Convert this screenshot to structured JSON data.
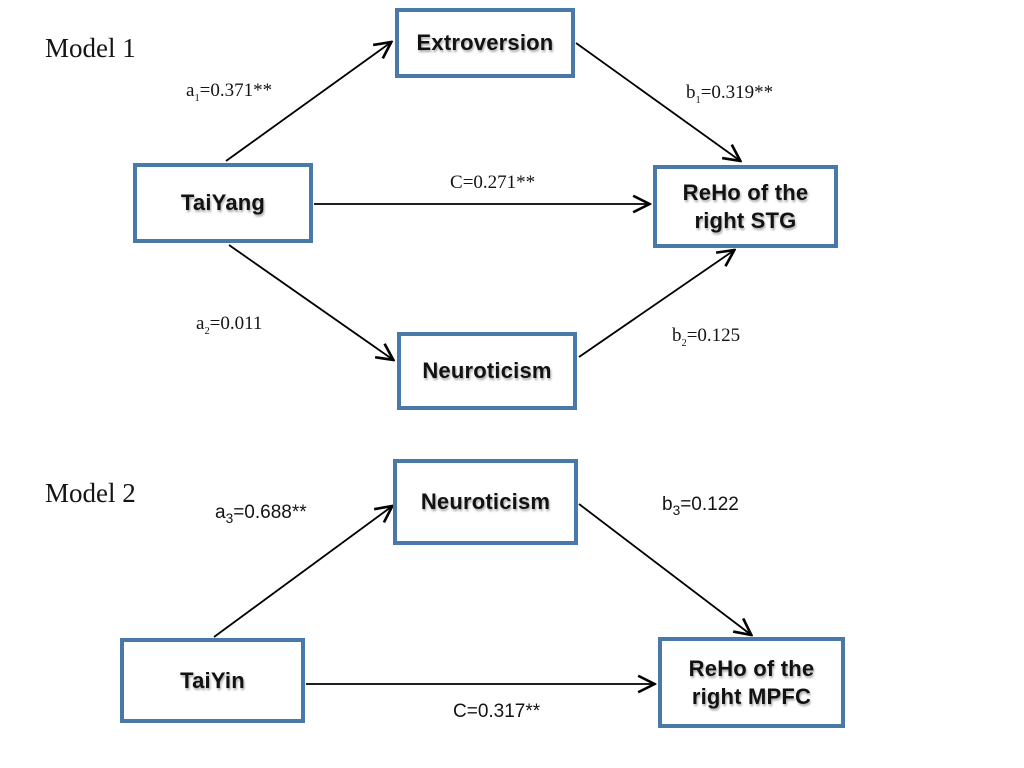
{
  "colors": {
    "box_border": "#4879a9",
    "box_fill": "#ffffff",
    "arrow": "#000000",
    "text": "#141414"
  },
  "model1": {
    "title": "Model 1",
    "boxes": {
      "predictor": "TaiYang",
      "mediator_top": "Extroversion",
      "mediator_bottom": "Neuroticism",
      "outcome_line1": "ReHo of the",
      "outcome_line2": "right STG"
    },
    "labels": {
      "a1": {
        "base": "a",
        "sub": "1",
        "rest": "=0.371**"
      },
      "b1": {
        "base": "b",
        "sub": "1",
        "rest": "=0.319**"
      },
      "c": {
        "base": "C",
        "sub": "",
        "rest": "=0.271**"
      },
      "a2": {
        "base": "a",
        "sub": "2",
        "rest": "=0.011"
      },
      "b2": {
        "base": "b",
        "sub": "2",
        "rest": "=0.125"
      }
    }
  },
  "model2": {
    "title": "Model 2",
    "boxes": {
      "predictor": "TaiYin",
      "mediator": "Neuroticism",
      "outcome_line1": "ReHo of the",
      "outcome_line2": "right MPFC"
    },
    "labels": {
      "a3": {
        "base": "a",
        "sub": "3",
        "rest": "=0.688**"
      },
      "b3": {
        "base": "b",
        "sub": "3",
        "rest": "=0.122"
      },
      "c": {
        "base": "C",
        "sub": "",
        "rest": "=0.317**"
      }
    }
  }
}
